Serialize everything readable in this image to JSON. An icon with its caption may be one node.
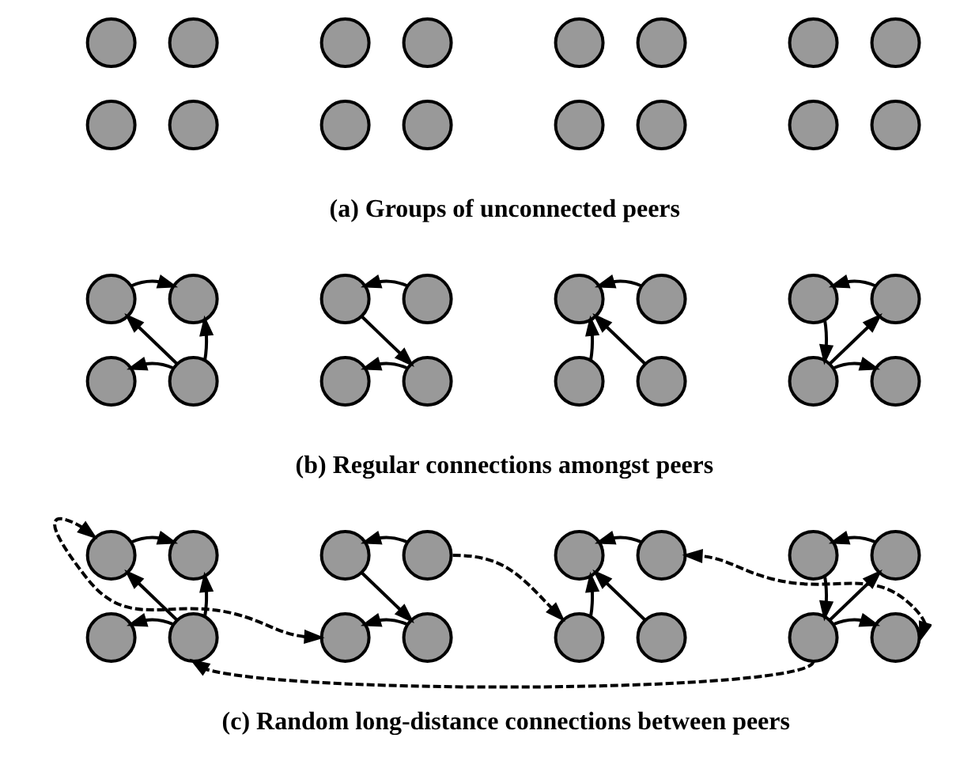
{
  "diagram": {
    "nodes": [
      {
        "text": [],
        "shape": "circle"
      },
      {
        "text": [],
        "shape": "circle"
      },
      {
        "text": [],
        "shape": "circle"
      },
      {
        "text": [],
        "shape": "circle"
      },
      {
        "text": [],
        "shape": "circle"
      },
      {
        "text": [],
        "shape": "circle"
      },
      {
        "text": [],
        "shape": "circle"
      },
      {
        "text": [],
        "shape": "circle"
      },
      {
        "text": [],
        "shape": "circle"
      },
      {
        "text": [],
        "shape": "circle"
      },
      {
        "text": [],
        "shape": "circle"
      },
      {
        "text": [],
        "shape": "circle"
      },
      {
        "text": [],
        "shape": "circle"
      },
      {
        "text": [],
        "shape": "circle"
      },
      {
        "text": [],
        "shape": "circle"
      },
      {
        "text": [],
        "shape": "circle"
      },
      {
        "text": [],
        "shape": "circle"
      },
      {
        "text": [],
        "shape": "circle"
      },
      {
        "text": [],
        "shape": "circle"
      },
      {
        "text": [],
        "shape": "circle"
      },
      {
        "text": [],
        "shape": "circle"
      },
      {
        "text": [],
        "shape": "circle"
      },
      {
        "text": [],
        "shape": "circle"
      },
      {
        "text": [],
        "shape": "circle"
      },
      {
        "text": [],
        "shape": "circle"
      },
      {
        "text": [],
        "shape": "circle"
      },
      {
        "text": [],
        "shape": "circle"
      },
      {
        "text": [],
        "shape": "circle"
      },
      {
        "text": [],
        "shape": "circle"
      },
      {
        "text": [],
        "shape": "circle"
      },
      {
        "text": [],
        "shape": "circle"
      },
      {
        "text": [],
        "shape": "circle"
      },
      {
        "text": [],
        "shape": "circle"
      },
      {
        "text": [],
        "shape": "circle"
      },
      {
        "text": [],
        "shape": "circle"
      },
      {
        "text": [],
        "shape": "circle"
      },
      {
        "text": [],
        "shape": "circle"
      },
      {
        "text": [],
        "shape": "circle"
      },
      {
        "text": [],
        "shape": "circle"
      },
      {
        "text": [],
        "shape": "circle"
      },
      {
        "text": [],
        "shape": "circle"
      },
      {
        "text": [],
        "shape": "circle"
      },
      {
        "text": [],
        "shape": "circle"
      },
      {
        "text": [],
        "shape": "circle"
      },
      {
        "text": [],
        "shape": "circle"
      },
      {
        "text": [],
        "shape": "circle"
      },
      {
        "text": [],
        "shape": "circle"
      },
      {
        "text": [],
        "shape": "circle"
      }
    ],
    "edges": [
      {
        "from": 16,
        "to": 17,
        "arrow": "to"
      },
      {
        "from": 25,
        "to": 16,
        "arrow": "to"
      },
      {
        "from": 25,
        "to": 17,
        "arrow": "to"
      },
      {
        "from": 25,
        "to": 24,
        "arrow": "to"
      },
      {
        "from": 19,
        "to": 18,
        "arrow": "to"
      },
      {
        "from": 18,
        "to": 27,
        "arrow": "to"
      },
      {
        "from": 27,
        "to": 26,
        "arrow": "to"
      },
      {
        "from": 21,
        "to": 20,
        "arrow": "to"
      },
      {
        "from": 28,
        "to": 20,
        "arrow": "to"
      },
      {
        "from": 29,
        "to": 20,
        "arrow": "to"
      },
      {
        "from": 23,
        "to": 22,
        "arrow": "to"
      },
      {
        "from": 22,
        "to": 30,
        "arrow": "to"
      },
      {
        "from": 30,
        "to": 23,
        "arrow": "to"
      },
      {
        "from": 30,
        "to": 31,
        "arrow": "to"
      },
      {
        "from": 32,
        "to": 33,
        "arrow": "to"
      },
      {
        "from": 41,
        "to": 32,
        "arrow": "to"
      },
      {
        "from": 41,
        "to": 33,
        "arrow": "to"
      },
      {
        "from": 41,
        "to": 40,
        "arrow": "to"
      },
      {
        "from": 35,
        "to": 34,
        "arrow": "to"
      },
      {
        "from": 34,
        "to": 43,
        "arrow": "to"
      },
      {
        "from": 43,
        "to": 42,
        "arrow": "to"
      },
      {
        "from": 37,
        "to": 36,
        "arrow": "to"
      },
      {
        "from": 44,
        "to": 36,
        "arrow": "to"
      },
      {
        "from": 45,
        "to": 36,
        "arrow": "to"
      },
      {
        "from": 39,
        "to": 38,
        "arrow": "to"
      },
      {
        "from": 38,
        "to": 46,
        "arrow": "to"
      },
      {
        "from": 46,
        "to": 39,
        "arrow": "to"
      },
      {
        "from": 46,
        "to": 47,
        "arrow": "to"
      },
      {
        "from": 32,
        "to": 42,
        "arrow": "both",
        "style": "dashed"
      },
      {
        "from": 35,
        "to": 44,
        "arrow": "to",
        "style": "dashed"
      },
      {
        "from": 47,
        "to": 37,
        "arrow": "both",
        "style": "dashed"
      },
      {
        "from": 46,
        "to": 41,
        "arrow": "to",
        "style": "dashed"
      }
    ],
    "labels": [
      "(a) Groups of unconnected peers",
      "(b) Regular connections amongst peers",
      "(c) Random long-distance connections between peers"
    ]
  }
}
